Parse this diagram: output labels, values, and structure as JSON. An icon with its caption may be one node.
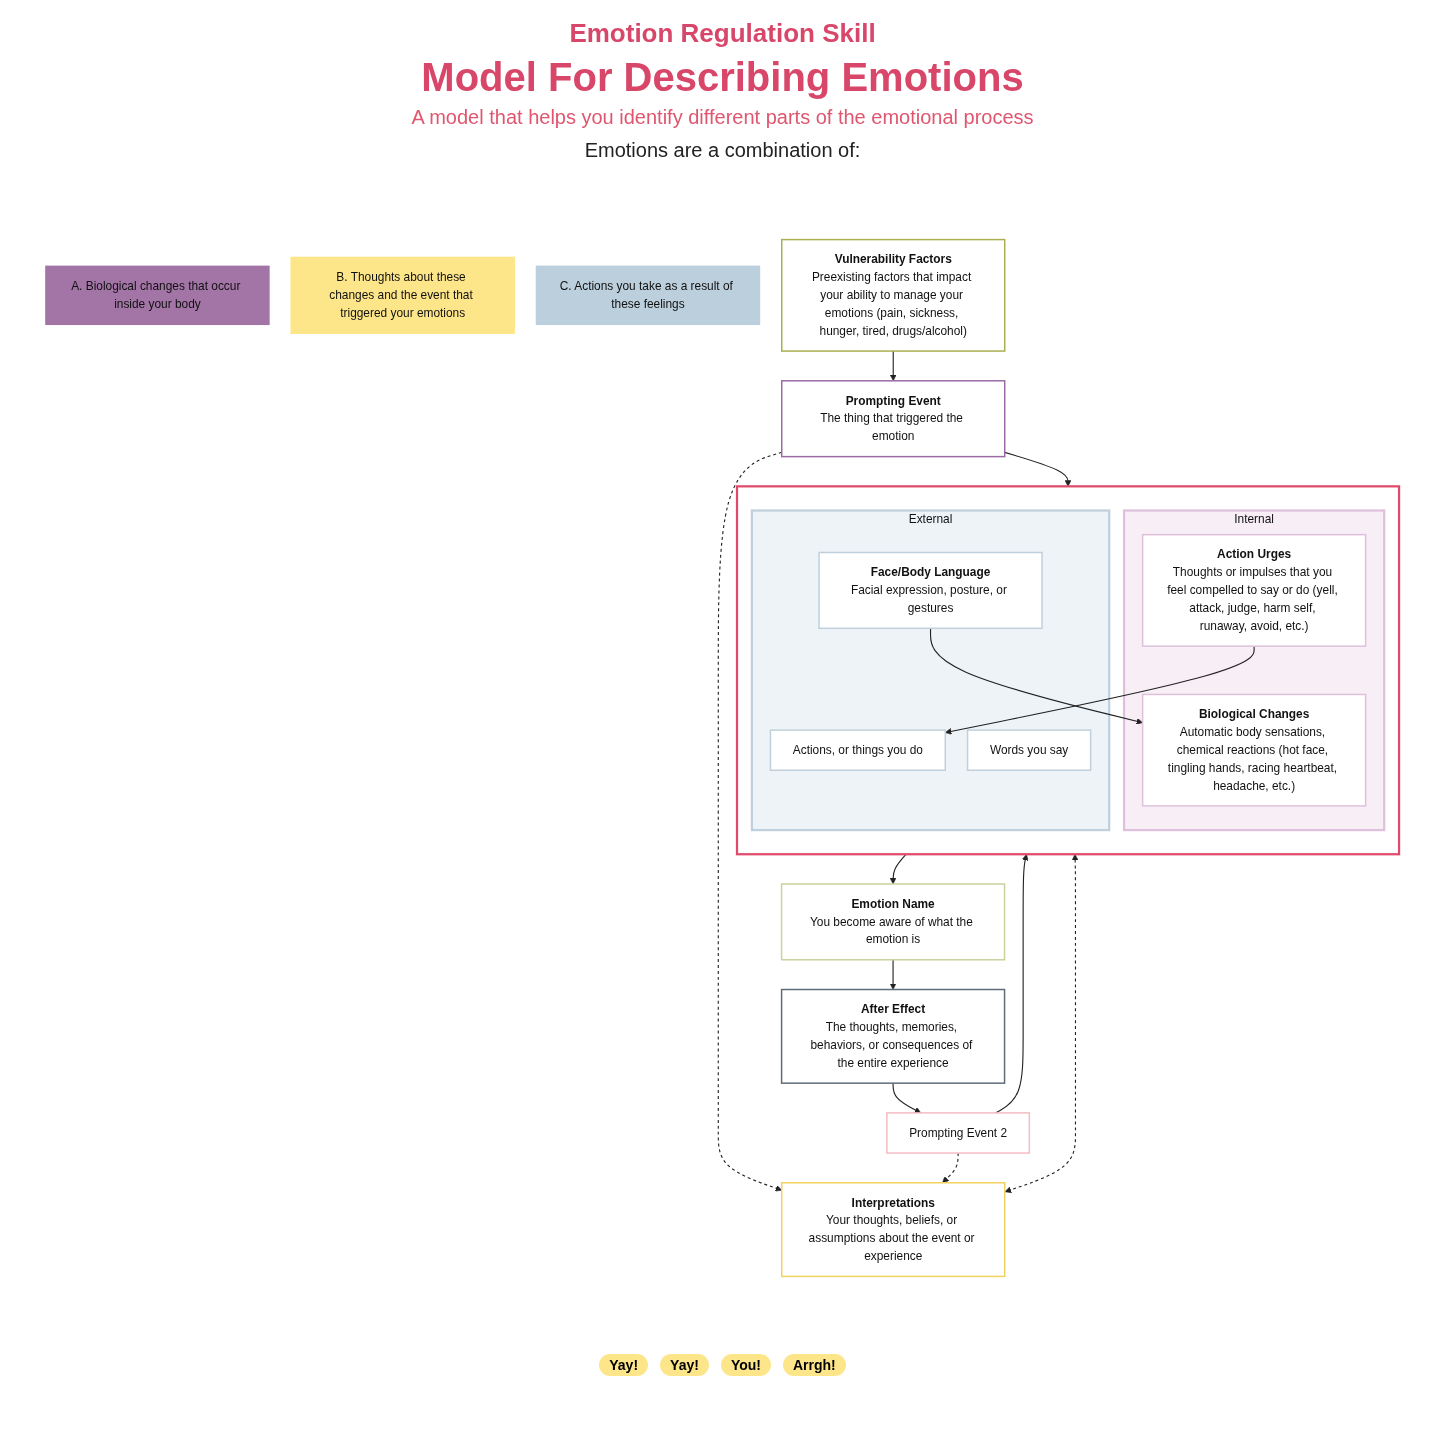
{
  "diagram": {
    "title": "Model For Describing Emotions",
    "nodes": [
      {
        "text": [
          "A. Biological changes that occur inside your body"
        ]
      },
      {
        "text": [
          "B. Thoughts about these changes and the event that triggered your emotions"
        ]
      },
      {
        "text": [
          "C. Actions you take as a result of these feelings"
        ]
      },
      {
        "text": [
          "Vulnerability Factors",
          "Preexisting factors that impact your ability to manage your emotions (pain, sickness, hunger, tired, drugs/alcohol)"
        ]
      },
      {
        "text": [
          "Prompting Event",
          "The thing that triggered the emotion"
        ]
      },
      {
        "text": [
          "Interpretations",
          "Your thoughts, beliefs, or assumptions about the event or experience"
        ]
      },
      {
        "text": [
          "Prompting Event 2"
        ]
      },
      {
        "text": [],
        "shape": "box"
      },
      {
        "text": [
          "Internal"
        ],
        "in": 7
      },
      {
        "text": [
          "Biological Changes",
          "Automatic body sensations, chemical reactions (hot face, tingling hands, racing heartbeat, headache, etc.)"
        ],
        "in": 8
      },
      {
        "text": [
          "Action Urges",
          "Thoughts or impulses that you feel compelled to say or do (yell, attack, judge, harm self, runaway, avoid, etc.)"
        ],
        "in": 8
      },
      {
        "text": [
          "External"
        ],
        "in": 7
      },
      {
        "text": [
          "Face/Body Language",
          "Facial expression, posture, or gestures"
        ],
        "in": 11
      },
      {
        "text": [
          "Words you say"
        ],
        "in": 11
      },
      {
        "text": [
          "Actions, or things you do"
        ],
        "in": 11
      },
      {
        "text": [
          "After Effect",
          "The thoughts, memories, behaviors, or consequences of the entire experience"
        ]
      },
      {
        "text": [
          "Emotion Name",
          "You become aware of what the emotion is"
        ]
      }
    ],
    "edges": [
      {
        "from": 3,
        "to": 4,
        "arrow": "to"
      },
      {
        "from": 4,
        "to": 7,
        "arrow": "to"
      },
      {
        "from": 4,
        "to": 5,
        "arrow": "to",
        "style": "dashed"
      },
      {
        "from": 5,
        "to": 7,
        "arrow": "both",
        "style": "dashed"
      },
      {
        "from": 6,
        "to": 5,
        "arrow": "to",
        "style": "dashed"
      },
      {
        "from": 6,
        "to": 7,
        "arrow": "to"
      },
      {
        "from": 12,
        "to": 9,
        "arrow": "to"
      },
      {
        "from": 10,
        "to": 14,
        "arrow": "to"
      },
      {
        "from": 7,
        "to": 16,
        "arrow": "to"
      },
      {
        "from": 16,
        "to": 15,
        "arrow": "to"
      },
      {
        "from": 15,
        "to": 6,
        "arrow": "to"
      }
    ],
    "labels": [
      "Emotion Regulation Skill",
      "A model that helps you identify different parts of the emotional process",
      "Emotions are a combination of:",
      "Yay!",
      "Yay!",
      "You!",
      "Arrgh!"
    ]
  }
}
